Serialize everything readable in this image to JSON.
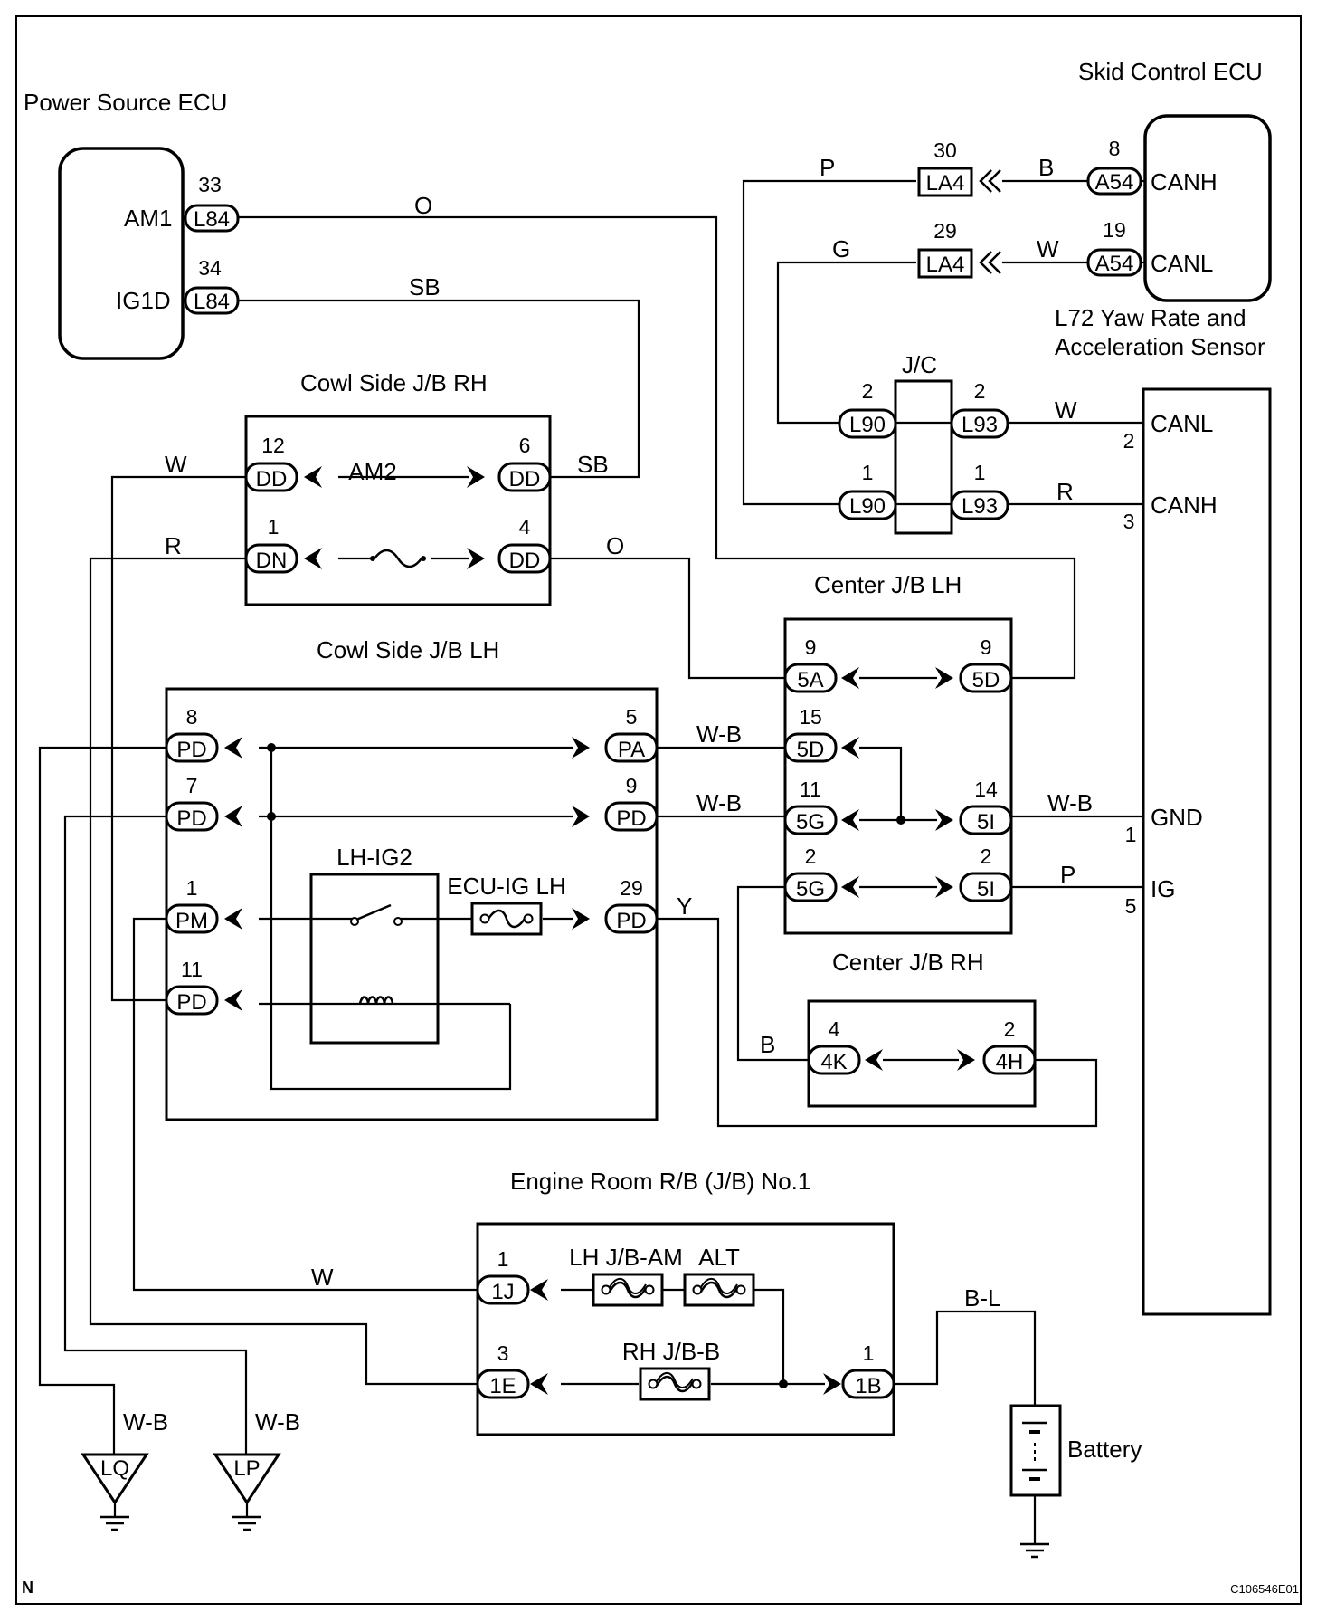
{
  "ecus": {
    "power_source": "Power Source ECU",
    "skid_control": "Skid Control ECU",
    "yaw_rate": "L72 Yaw Rate and Acceleration Sensor",
    "yaw_rate_line1": "L72 Yaw Rate and",
    "yaw_rate_line2": "Acceleration Sensor"
  },
  "junction_blocks": {
    "cowl_rh": "Cowl Side J/B RH",
    "cowl_lh": "Cowl Side J/B LH",
    "center_lh": "Center J/B LH",
    "center_rh": "Center J/B RH",
    "engine_room": "Engine Room R/B (J/B) No.1",
    "jc": "J/C"
  },
  "terminals": {
    "am1": "AM1",
    "ig1d": "IG1D",
    "canh": "CANH",
    "canl": "CANL",
    "gnd": "GND",
    "ig": "IG"
  },
  "connectors": {
    "l84": "L84",
    "la4": "LA4",
    "a54": "A54",
    "l90": "L90",
    "l93": "L93",
    "dd": "DD",
    "dn": "DN",
    "pd": "PD",
    "pa": "PA",
    "pm": "PM",
    "c5a": "5A",
    "c5d": "5D",
    "c5g": "5G",
    "c5i": "5I",
    "c4k": "4K",
    "c4h": "4H",
    "c1j": "1J",
    "c1e": "1E",
    "c1b": "1B"
  },
  "pins": {
    "n33": "33",
    "n34": "34",
    "n30": "30",
    "n29": "29",
    "n8": "8",
    "n19": "19",
    "n2": "2",
    "n1": "1",
    "n3": "3",
    "n12": "12",
    "n6": "6",
    "n4": "4",
    "n9": "9",
    "n15": "15",
    "n11": "11",
    "n14": "14",
    "n5": "5",
    "n7": "7"
  },
  "wire_colors": {
    "o": "O",
    "sb": "SB",
    "p": "P",
    "g": "G",
    "b": "B",
    "w": "W",
    "r": "R",
    "wb": "W-B",
    "y": "Y",
    "bl": "B-L"
  },
  "components": {
    "am2": "AM2",
    "lh_ig2": "LH-IG2",
    "ecu_ig_lh": "ECU-IG LH",
    "lh_jb_am": "LH J/B-AM",
    "alt": "ALT",
    "rh_jb_b": "RH J/B-B",
    "battery": "Battery"
  },
  "grounds": {
    "lq": "LQ",
    "lp": "LP"
  },
  "footer": {
    "left": "N",
    "right": "C106546E01"
  }
}
